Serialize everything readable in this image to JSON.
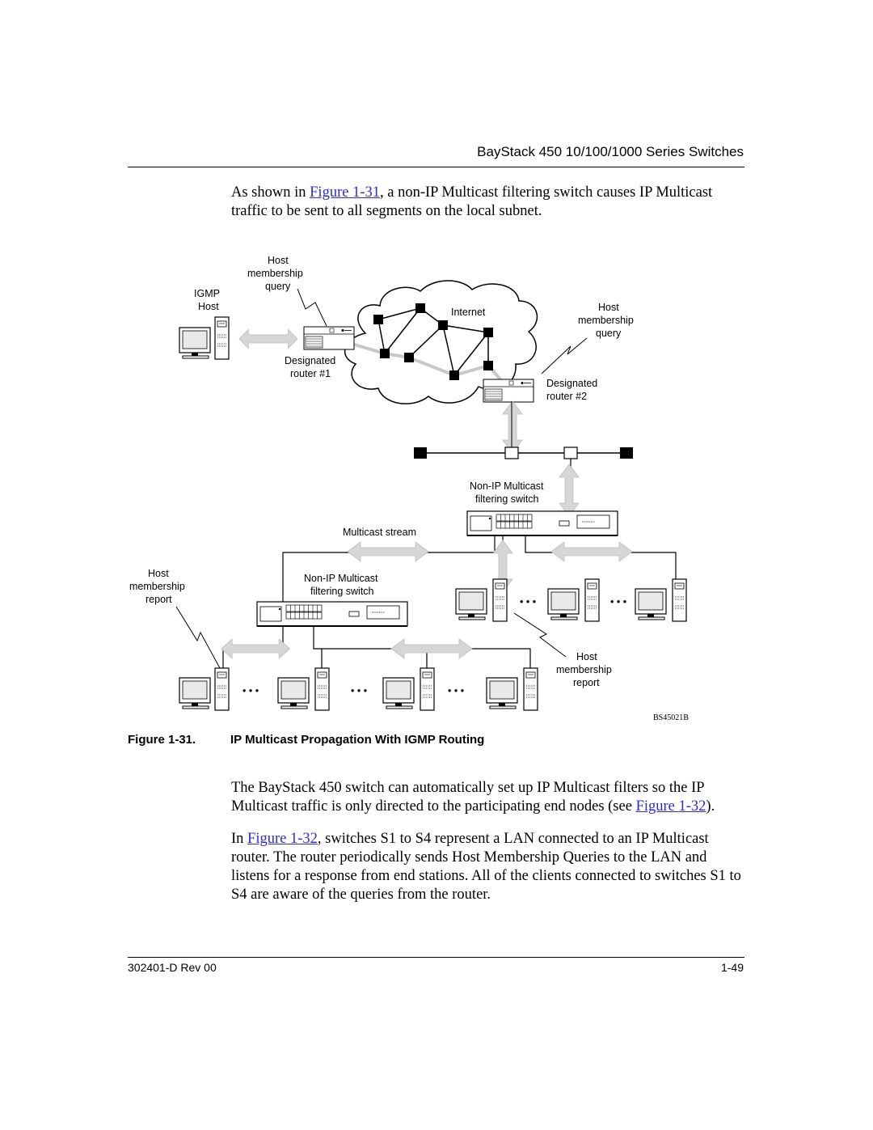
{
  "header": {
    "title": "BayStack 450 10/100/1000 Series Switches"
  },
  "para1": {
    "before": "As shown in ",
    "link": "Figure 1-31",
    "after": ", a non-IP Multicast filtering switch causes IP Multicast traffic to be sent to all segments on the local subnet."
  },
  "figure": {
    "host_membership_query_top": [
      "Host",
      "membership",
      "query"
    ],
    "igmp_host": [
      "IGMP",
      "Host"
    ],
    "internet": "Internet",
    "host_membership_query_right": [
      "Host",
      "membership",
      "query"
    ],
    "designated_router_1": [
      "Designated",
      "router #1"
    ],
    "designated_router_2": [
      "Designated",
      "router #2"
    ],
    "nonip_switch_right": [
      "Non-IP Multicast",
      "filtering switch"
    ],
    "multicast_stream": "Multicast stream",
    "host_membership_report_left": [
      "Host",
      "membership",
      "report"
    ],
    "nonip_switch_left": [
      "Non-IP Multicast",
      "filtering switch"
    ],
    "host_membership_report_right": [
      "Host",
      "membership",
      "report"
    ],
    "ellipsis": "• • •",
    "figure_id": "BS45021B"
  },
  "caption": {
    "label": "Figure 1-31.",
    "title": "IP Multicast Propagation With IGMP Routing"
  },
  "para2": {
    "before": "The BayStack 450 switch can automatically set up IP Multicast filters so the IP Multicast traffic is only directed to the participating end nodes (see ",
    "link": "Figure 1-32",
    "after": ")."
  },
  "para3": {
    "before": "In ",
    "link": "Figure 1-32",
    "after": ", switches S1 to S4 represent a LAN connected to an IP Multicast router. The router periodically sends Host Membership Queries to the LAN and listens for a response from end stations. All of the clients connected to switches S1 to S4 are aware of the queries from the router."
  },
  "footer": {
    "doc_number": "302401-D Rev 00",
    "page": "1-49"
  }
}
